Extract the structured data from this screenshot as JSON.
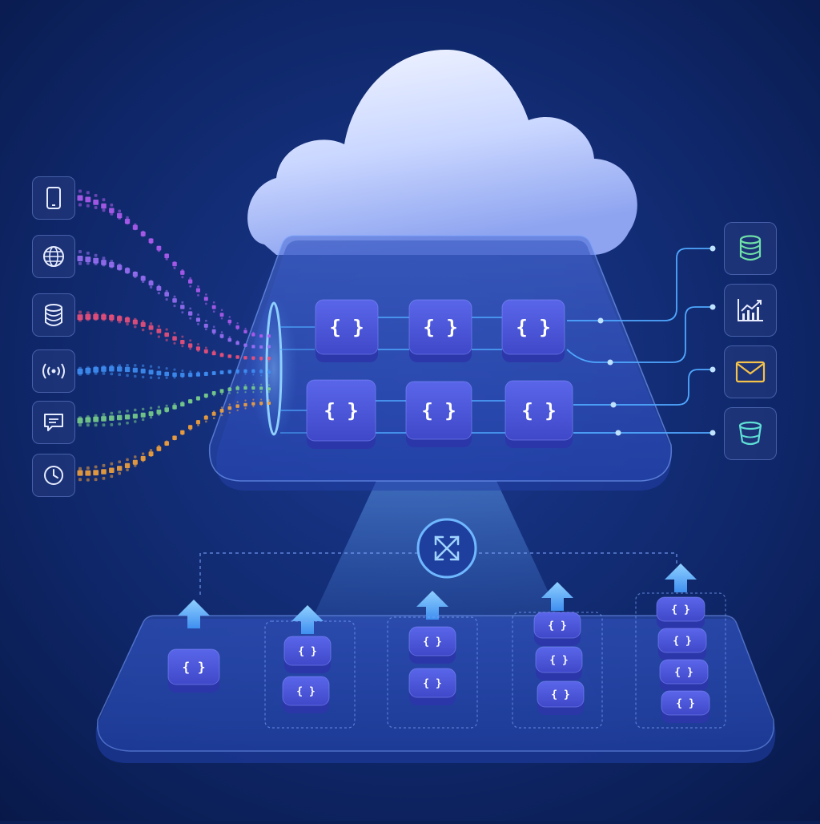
{
  "diagram": {
    "function_glyph": "{ }",
    "colors": {
      "background": "#0b1f57",
      "function_block": "#4a55d6",
      "cloud": "#e9efff",
      "link_line": "#4fa8ff"
    },
    "sources": [
      {
        "icon": "smartphone-icon",
        "stream_color": "#b05cf0"
      },
      {
        "icon": "globe-icon",
        "stream_color": "#9a6ff5"
      },
      {
        "icon": "database-icon",
        "stream_color": "#f0507a"
      },
      {
        "icon": "wireless-signal-icon",
        "stream_color": "#3f8ff5"
      },
      {
        "icon": "chat-message-icon",
        "stream_color": "#7ad08a"
      },
      {
        "icon": "clock-icon",
        "stream_color": "#f5a23a"
      }
    ],
    "outputs": [
      {
        "icon": "database-icon",
        "color": "#6fe0a8"
      },
      {
        "icon": "line-chart-icon",
        "color": "#e8ecff"
      },
      {
        "icon": "mail-icon",
        "color": "#f5c24a"
      },
      {
        "icon": "storage-bucket-icon",
        "color": "#5fe0d6"
      }
    ],
    "scaling_icon": "expand-arrows-icon",
    "scaling_stacks": [
      1,
      2,
      2,
      3,
      4
    ]
  }
}
